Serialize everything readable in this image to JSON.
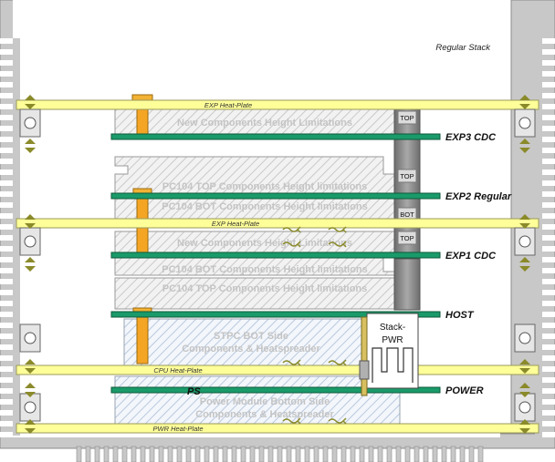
{
  "title": "Regular Stack",
  "plates": [
    "EXP Heat-Plate",
    "EXP Heat-Plate",
    "CPU Heat-Plate",
    "PWR Heat-Plate"
  ],
  "boards": [
    "EXP3 CDC",
    "EXP2 Regular",
    "EXP1 CDC",
    "HOST",
    "POWER"
  ],
  "zones": {
    "new1": "New Components Height Limitations",
    "pc104_top1": "PC104 TOP Components Height limitations",
    "pc104_bot1": "PC104 BOT Components Height limitations",
    "new2": "New Components Height Limitations",
    "pc104_bot2": "PC104 BOT Components Height limitations",
    "pc104_top2": "PC104 TOP Components Height limitations",
    "stpc_line1": "STPC BOT Side",
    "stpc_line2": "Components & Heatspreader",
    "pwr_line1": "Power Module Bottom Side",
    "pwr_line2": "Components & Heatspreader"
  },
  "connectors": {
    "top1": "TOP",
    "top2": "TOP",
    "bot": "BOT",
    "top3": "TOP"
  },
  "stack_pwr": {
    "line1": "Stack-",
    "line2": "PWR"
  },
  "ps_label": "PS",
  "colors": {
    "heat_plate": "#ffff99",
    "board": "#1a9a6a",
    "chassis": "#c8c8c8",
    "standoff": "#f0a020",
    "connector": "#8a8a8a",
    "arrow": "#8a8a2a"
  }
}
